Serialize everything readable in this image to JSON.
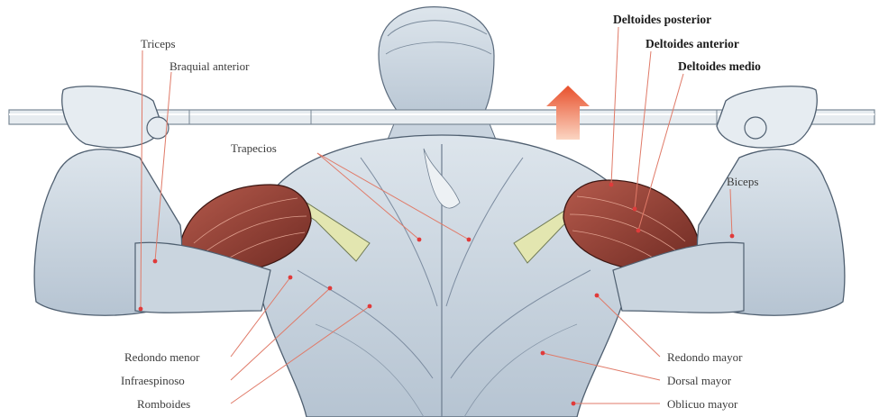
{
  "labels": {
    "triceps": "Triceps",
    "braquial_anterior": "Braquial anterior",
    "trapecios": "Trapecios",
    "deltoides_posterior": "Deltoides posterior",
    "deltoides_anterior": "Deltoides anterior",
    "deltoides_medio": "Deltoides medio",
    "biceps": "Biceps",
    "redondo_menor": "Redondo menor",
    "infraespinoso": "Infraespinoso",
    "romboides": "Romboides",
    "redondo_mayor": "Redondo mayor",
    "dorsal_mayor": "Dorsal mayor",
    "oblicuo_mayor": "Oblicuo mayor"
  },
  "colors": {
    "deltoid": "#8a3a30",
    "muscle": "#cfd9e3",
    "muscle_shade": "#8fa3b7",
    "tendon": "#e3e6b0",
    "arrow": "#ec6a3c",
    "leader": "#e07a68",
    "dot": "#e03a3a"
  },
  "icons": {
    "up_arrow": "up-arrow-icon"
  }
}
